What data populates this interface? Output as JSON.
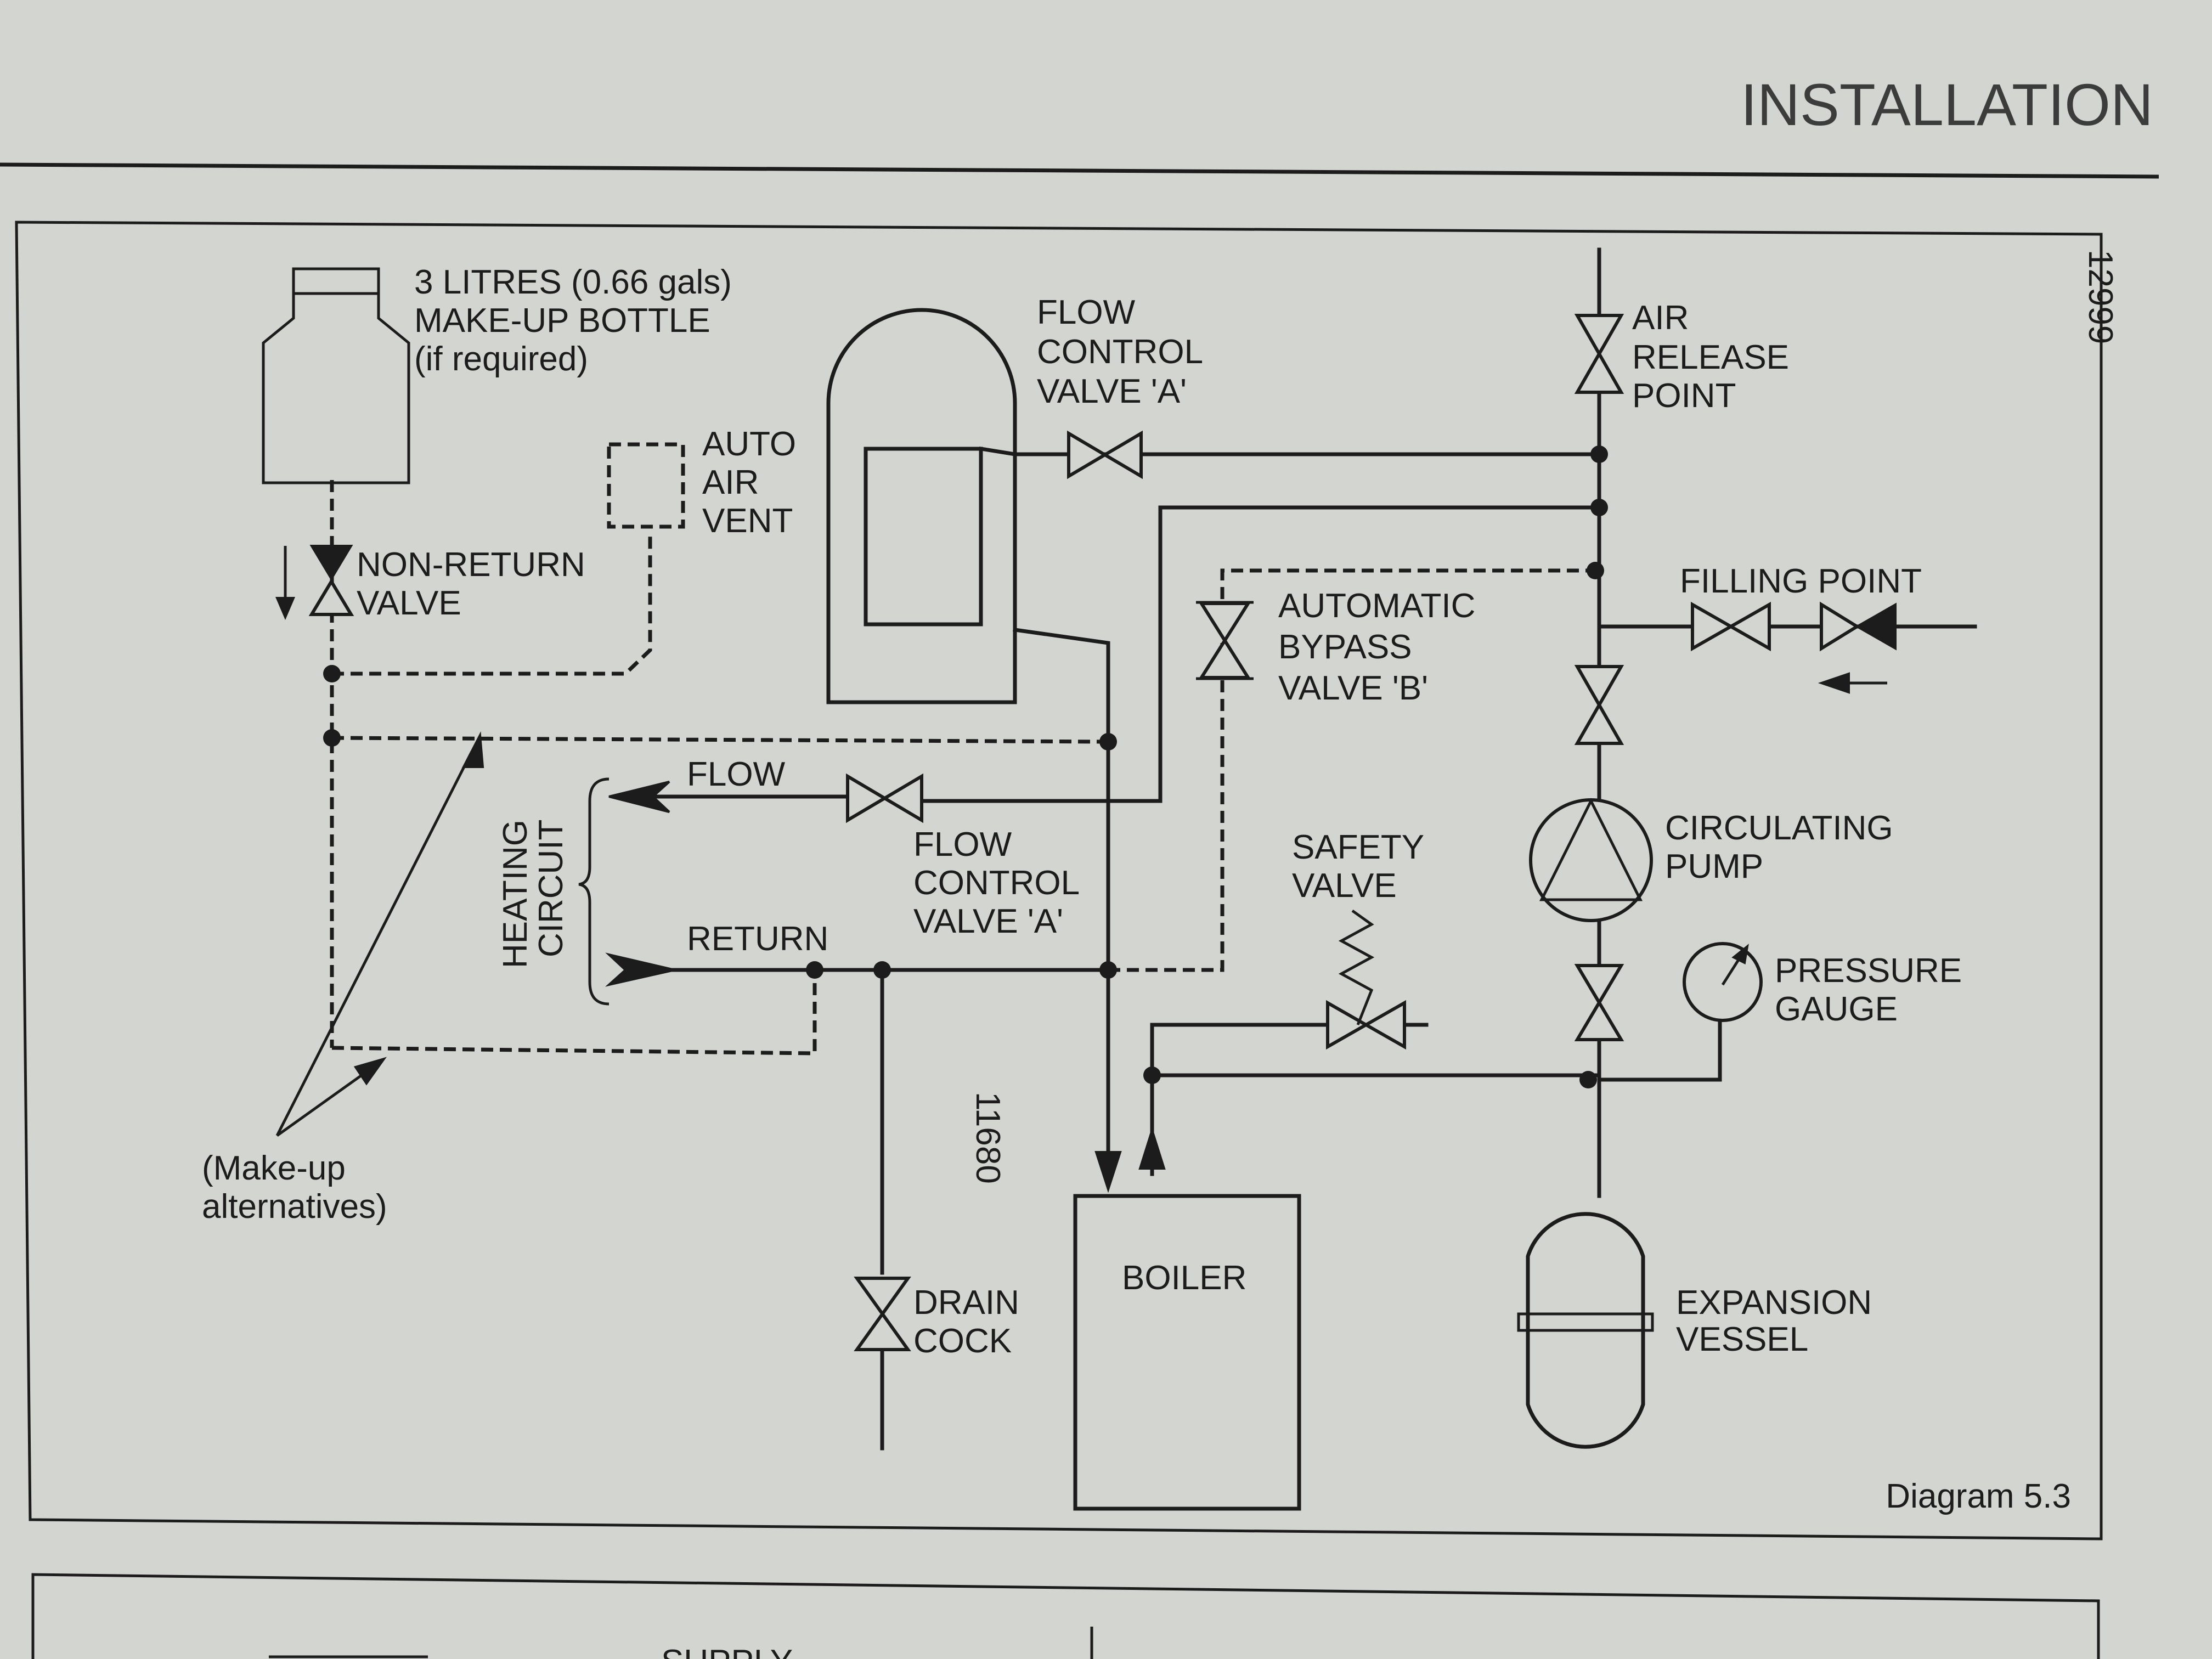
{
  "header": {
    "title": "INSTALLATION"
  },
  "diagram": {
    "ref_top": "12999",
    "ref_mid": "11680",
    "caption": "Diagram 5.3",
    "labels": {
      "makeup_bottle": [
        "3 LITRES (0.66 gals)",
        "MAKE-UP BOTTLE",
        "(if required)"
      ],
      "auto_air_vent": [
        "AUTO",
        "AIR",
        "VENT"
      ],
      "non_return_valve": [
        "NON-RETURN",
        "VALVE"
      ],
      "flow_control_valve_top": [
        "FLOW",
        "CONTROL",
        "VALVE 'A'"
      ],
      "air_release_point": [
        "AIR",
        "RELEASE",
        "POINT"
      ],
      "filling_point": "FILLING POINT",
      "automatic_bypass_valve": [
        "AUTOMATIC",
        "BYPASS",
        "VALVE 'B'"
      ],
      "flow": "FLOW",
      "return": "RETURN",
      "heating_circuit": [
        "HEATING",
        "CIRCUIT"
      ],
      "flow_control_valve_mid": [
        "FLOW",
        "CONTROL",
        "VALVE 'A'"
      ],
      "safety_valve": [
        "SAFETY",
        "VALVE"
      ],
      "circulating_pump": [
        "CIRCULATING",
        "PUMP"
      ],
      "pressure_gauge": [
        "PRESSURE",
        "GAUGE"
      ],
      "makeup_alternatives": [
        "(Make-up",
        "alternatives)"
      ],
      "drain_cock": [
        "DRAIN",
        "COCK"
      ],
      "boiler": "BOILER",
      "expansion_vessel": [
        "EXPANSION",
        "VESSEL"
      ]
    }
  },
  "next_section": {
    "partial_label": "SUPPLY"
  }
}
